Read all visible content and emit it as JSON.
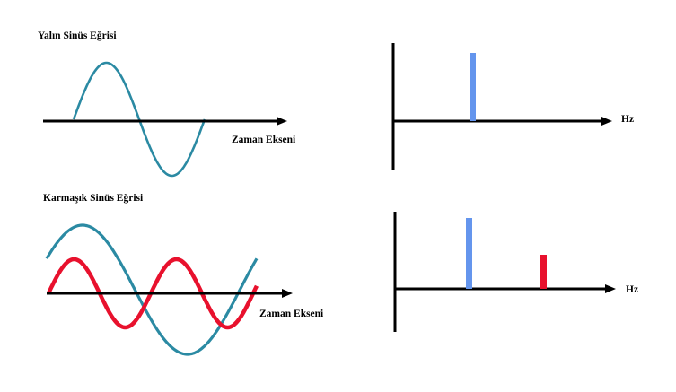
{
  "simple": {
    "title": "Yalın Sinüs Eğrisi",
    "time_axis_label": "Zaman Ekseni",
    "freq_axis_label": "Hz",
    "wave_color": "#2b8aa3",
    "spectrum_colors": [
      "#6495ed"
    ]
  },
  "complex": {
    "title": "Karmaşık Sinüs Eğrisi",
    "time_axis_label": "Zaman Ekseni",
    "freq_axis_label": "Hz",
    "wave_colors": [
      "#2b8aa3",
      "#e8112d"
    ],
    "spectrum_colors": [
      "#6495ed",
      "#e8112d"
    ]
  }
}
